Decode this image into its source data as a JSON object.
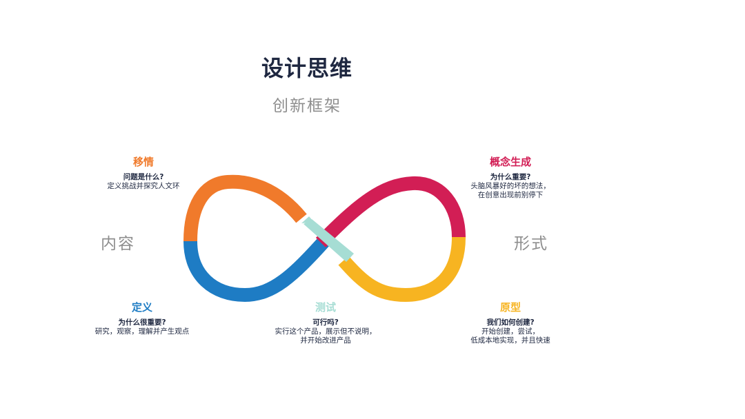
{
  "header": {
    "title": "设计思维",
    "subtitle": "创新框架"
  },
  "sides": {
    "left": "内容",
    "right": "形式"
  },
  "stages": {
    "empathize": {
      "title": "移情",
      "question": "问题是什么?",
      "desc": "定义挑战并探究人文环",
      "color": "#F07A2B"
    },
    "define": {
      "title": "定义",
      "question": "为什么很重要?",
      "desc": "研究，观察，理解并产生观点",
      "color": "#1E7CC4"
    },
    "test": {
      "title": "测试",
      "question": "可行吗?",
      "desc": "实行这个产品，展示但不说明，\n并开始改进产品",
      "color": "#A6DDD4"
    },
    "ideate": {
      "title": "概念生成",
      "question": "为什么重要?",
      "desc": "头脑风暴好的坏的想法，\n在创意出现前别停下",
      "color": "#D21E55"
    },
    "prototype": {
      "title": "原型",
      "question": "我们如何创建?",
      "desc": "开始创建，尝试，\n低成本地实现，并且快速",
      "color": "#F7B421"
    }
  }
}
